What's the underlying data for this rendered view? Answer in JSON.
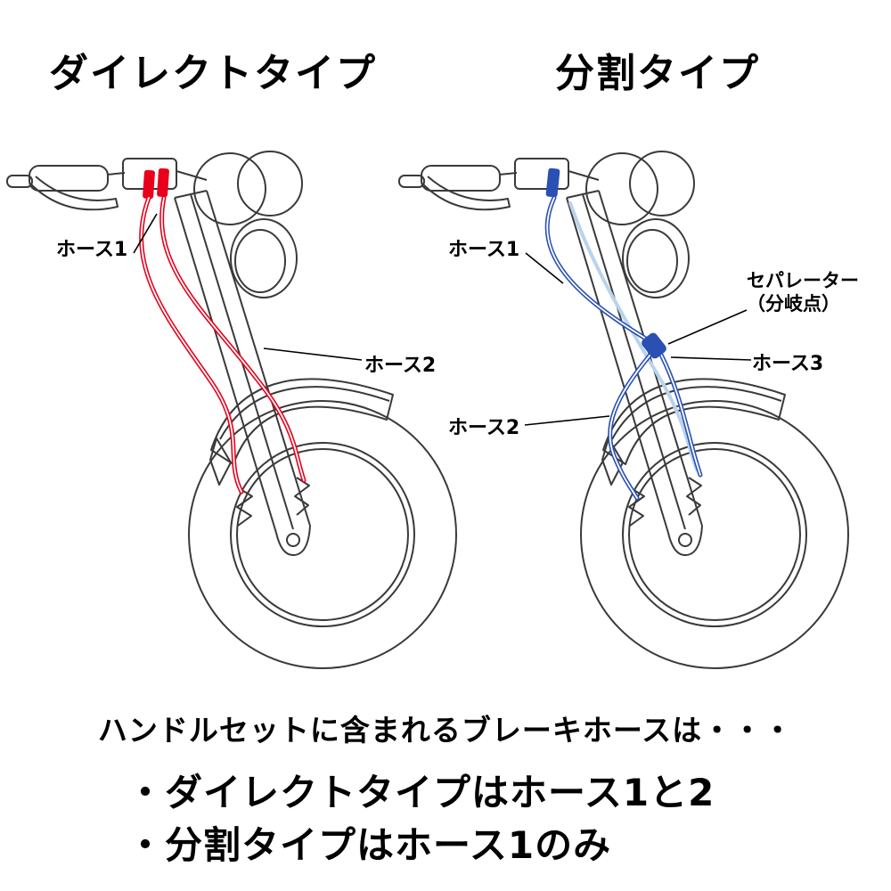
{
  "diagram": {
    "direct": {
      "title": "ダイレクトタイプ",
      "labels": {
        "hose1": "ホース1",
        "hose2": "ホース2"
      }
    },
    "split": {
      "title": "分割タイプ",
      "labels": {
        "hose1": "ホース1",
        "separator_line1": "セパレーター",
        "separator_line2": "（分岐点）",
        "hose3": "ホース3",
        "hose2": "ホース2"
      }
    }
  },
  "footer": {
    "intro": "ハンドルセットに含まれるブレーキホースは・・・",
    "bullet_direct": "・ダイレクトタイプはホース1と2",
    "bullet_split": "・分割タイプはホース1のみ"
  },
  "colors": {
    "direct_hose": "#e8001c",
    "split_hose": "#2a50b4",
    "split_hose_light": "#b9d3ec",
    "outline": "#3a3a3a",
    "text": "#111111"
  }
}
